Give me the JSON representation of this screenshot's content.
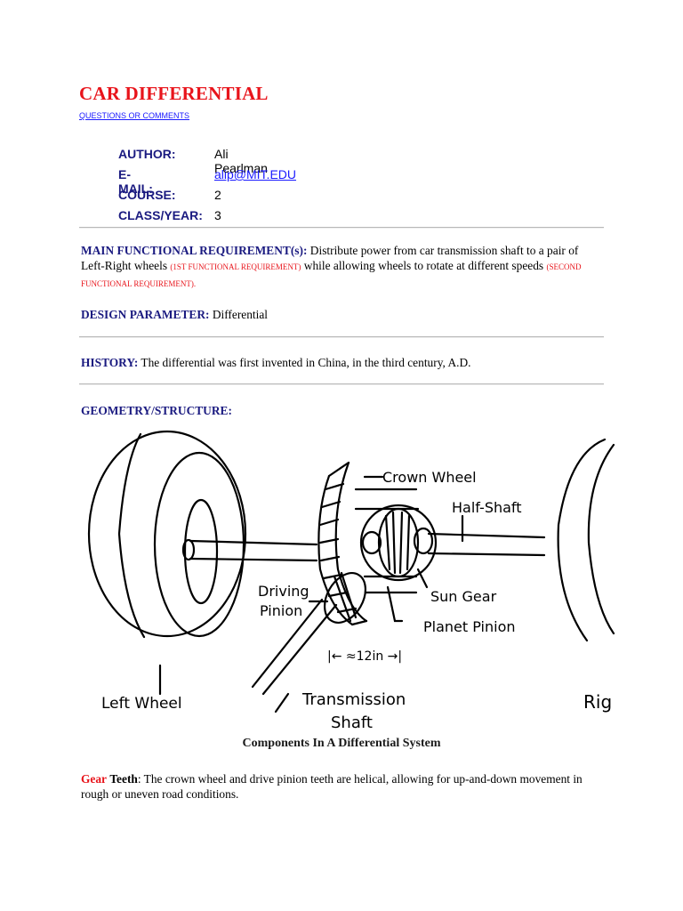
{
  "title": "CAR DIFFERENTIAL",
  "questions_link": "QUESTIONS OR COMMENTS",
  "meta": [
    {
      "key": "AUTHOR:",
      "value": "Ali Pearlman",
      "link": false
    },
    {
      "key": "E-MAIL:",
      "value": "alip@MIT.EDU",
      "link": true
    },
    {
      "key": "COURSE:",
      "value": "2",
      "link": false
    },
    {
      "key": "CLASS/YEAR:",
      "value": "3",
      "link": false
    }
  ],
  "main_fr": {
    "label": "MAIN FUNCTIONAL REQUIREMENT(s):",
    "text_1": "Distribute power from car transmission shaft to a pair of Left-Right wheels",
    "note_1": "(1ST FUNCTIONAL REQUIREMENT)",
    "text_2": "while allowing wheels to rotate at different speeds",
    "note_2": "(SECOND FUNCTIONAL REQUIREMENT)",
    "end": "."
  },
  "design_parameter": {
    "label": "DESIGN PARAMETER:",
    "text": "Differential"
  },
  "history": {
    "label": "HISTORY:",
    "text": "The differential was first invented in China, in the third century, A.D."
  },
  "geometry": {
    "label": "GEOMETRY/STRUCTURE:"
  },
  "diagram_labels": {
    "crown_wheel": "Crown Wheel",
    "half_shaft": "Half-Shaft",
    "driving": "Driving",
    "pinion": "Pinion",
    "sun_gear": "Sun Gear",
    "planet_pinion": "Planet Pinion",
    "dimension": "|← ≈12in →|",
    "transmission": "Transmission",
    "shaft": "Shaft",
    "left_wheel": "Left Wheel",
    "right_wheel": "Rig"
  },
  "caption": "Components In A Differential System",
  "gear_teeth": {
    "word_1": "Gear",
    "word_2": "Teeth",
    "text": ": The crown wheel and drive pinion teeth are helical, allowing for up-and-down movement in rough or uneven road conditions."
  }
}
